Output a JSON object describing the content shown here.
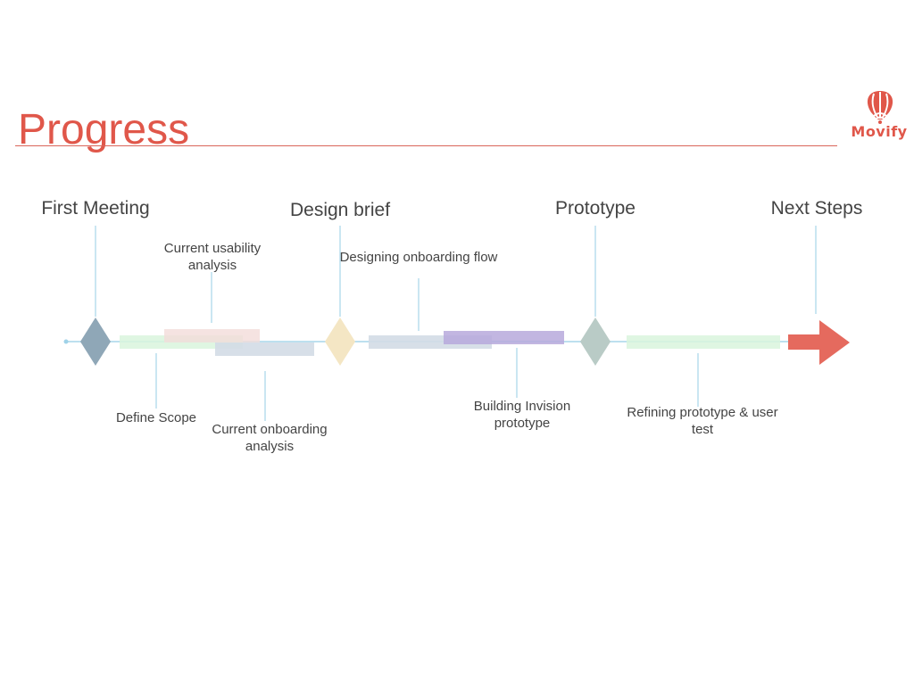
{
  "title": "Progress",
  "logo": {
    "text": "Movify",
    "icon": "balloon-wifi-icon"
  },
  "milestones": [
    {
      "label": "First Meeting",
      "color": "#8fa7b7"
    },
    {
      "label": "Design brief",
      "color": "#f4e6c4"
    },
    {
      "label": "Prototype",
      "color": "#b9cbc6"
    },
    {
      "label": "Next Steps",
      "color": "#e56a5e"
    }
  ],
  "tasks": [
    {
      "label": "Current usability analysis",
      "color": "#f3dcd9"
    },
    {
      "label": "Define Scope",
      "color": "#d9f5dd"
    },
    {
      "label": "Current onboarding analysis",
      "color": "#d3dbe6"
    },
    {
      "label": "Designing onboarding flow",
      "color": "#d3dbe6"
    },
    {
      "label": "Building Invision prototype",
      "color": "#b7a9dc"
    },
    {
      "label": "Refining prototype & user test",
      "color": "#d9f5dd"
    }
  ],
  "colors": {
    "accent": "#e0574a",
    "axis": "#bde0ef",
    "connector": "#a6d6ea",
    "text": "#444444"
  }
}
